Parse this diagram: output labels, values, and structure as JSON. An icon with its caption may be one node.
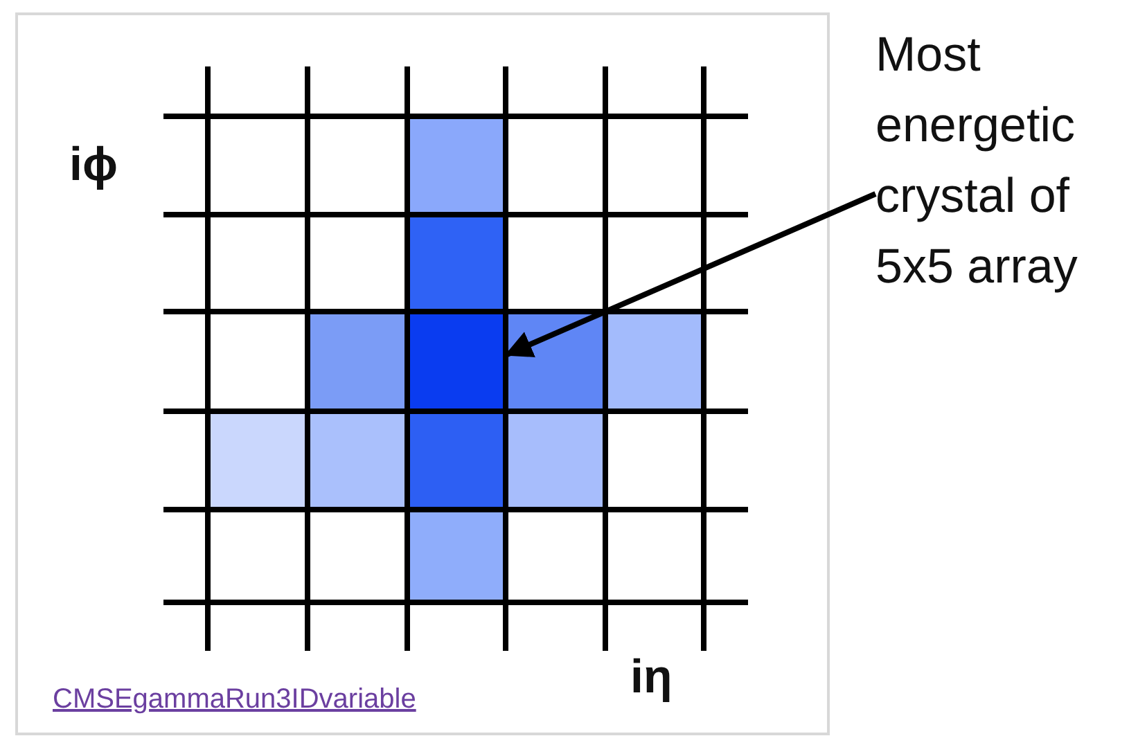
{
  "diagram": {
    "nodes": [
      {
        "text": [
          "Most energetic crystal of 5x5 array"
        ]
      },
      {
        "text": [],
        "shape": "box"
      }
    ],
    "edges": [
      {
        "from": 0,
        "to": 1,
        "arrow": "to"
      }
    ],
    "labels": [
      "iϕ",
      "CMSEgammaRun3IDvariable",
      "iη"
    ]
  }
}
